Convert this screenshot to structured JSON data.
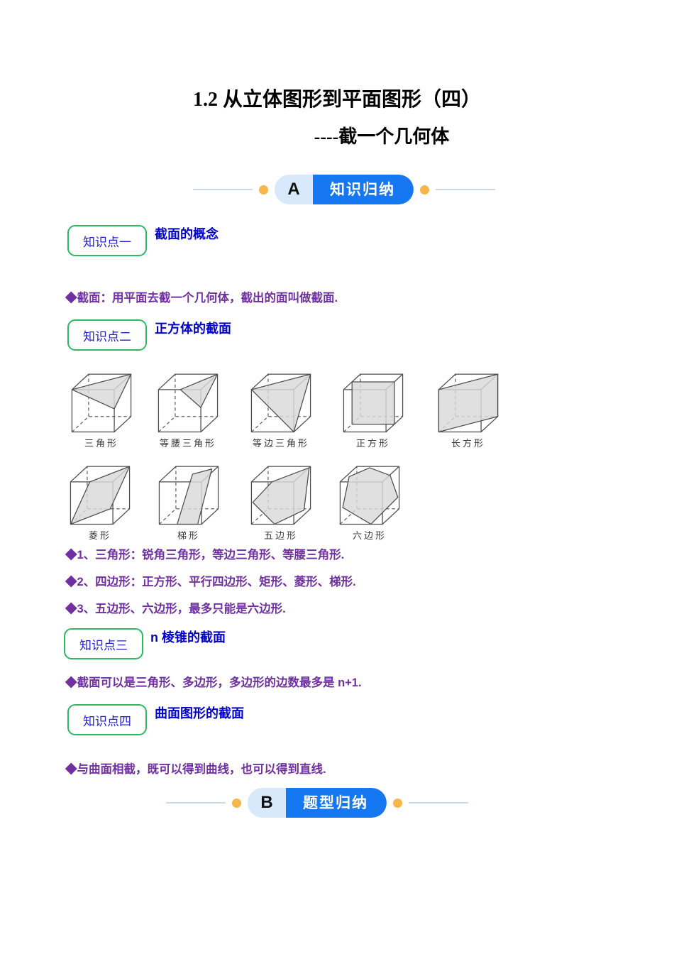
{
  "page": {
    "title_line1": "1.2 从立体图形到平面图形（四）",
    "title_line2": "----截一个几何体"
  },
  "sections": {
    "a": {
      "letter": "A",
      "label": "知识归纳"
    },
    "b": {
      "letter": "B",
      "label": "题型归纳"
    }
  },
  "knowledge_points": [
    {
      "box_label": "知识点一",
      "heading": "截面的概念",
      "note": "◆截面：用平面去截一个几何体，截出的面叫做截面."
    },
    {
      "box_label": "知识点二",
      "heading": "正方体的截面",
      "notes": [
        "◆1、三角形：锐角三角形，等边三角形、等腰三角形.",
        "◆2、四边形：正方形、平行四边形、矩形、菱形、梯形.",
        "◆3、五边形、六边形，最多只能是六边形."
      ]
    },
    {
      "box_label": "知识点三",
      "heading": "n 棱锥的截面",
      "note": "◆截面可以是三角形、多边形，多边形的边数最多是 n+1."
    },
    {
      "box_label": "知识点四",
      "heading": "曲面图形的截面",
      "note": "◆与曲面相截，既可以得到曲线，也可以得到直线."
    }
  ],
  "cubes": {
    "row1": [
      {
        "label": "三角形",
        "shape": "triangle"
      },
      {
        "label": "等腰三角形",
        "shape": "isosceles-triangle"
      },
      {
        "label": "等边三角形",
        "shape": "equilateral-triangle"
      },
      {
        "label": "正方形",
        "shape": "square"
      },
      {
        "label": "长方形",
        "shape": "rectangle"
      }
    ],
    "row2": [
      {
        "label": "菱形",
        "shape": "rhombus"
      },
      {
        "label": "梯形",
        "shape": "trapezoid"
      },
      {
        "label": "五边形",
        "shape": "pentagon"
      },
      {
        "label": "六边形",
        "shape": "hexagon"
      }
    ]
  },
  "colors": {
    "badge_blue": "#1677f2",
    "badge_light_blue": "#d9e9fc",
    "accent_dot_orange": "#f7b54a",
    "kp_box_green": "#2db863",
    "kp_text_blue": "#2222cc",
    "heading_blue": "#0000cc",
    "note_purple": "#7030a0",
    "section_fill_gray": "#d9d9d9"
  }
}
